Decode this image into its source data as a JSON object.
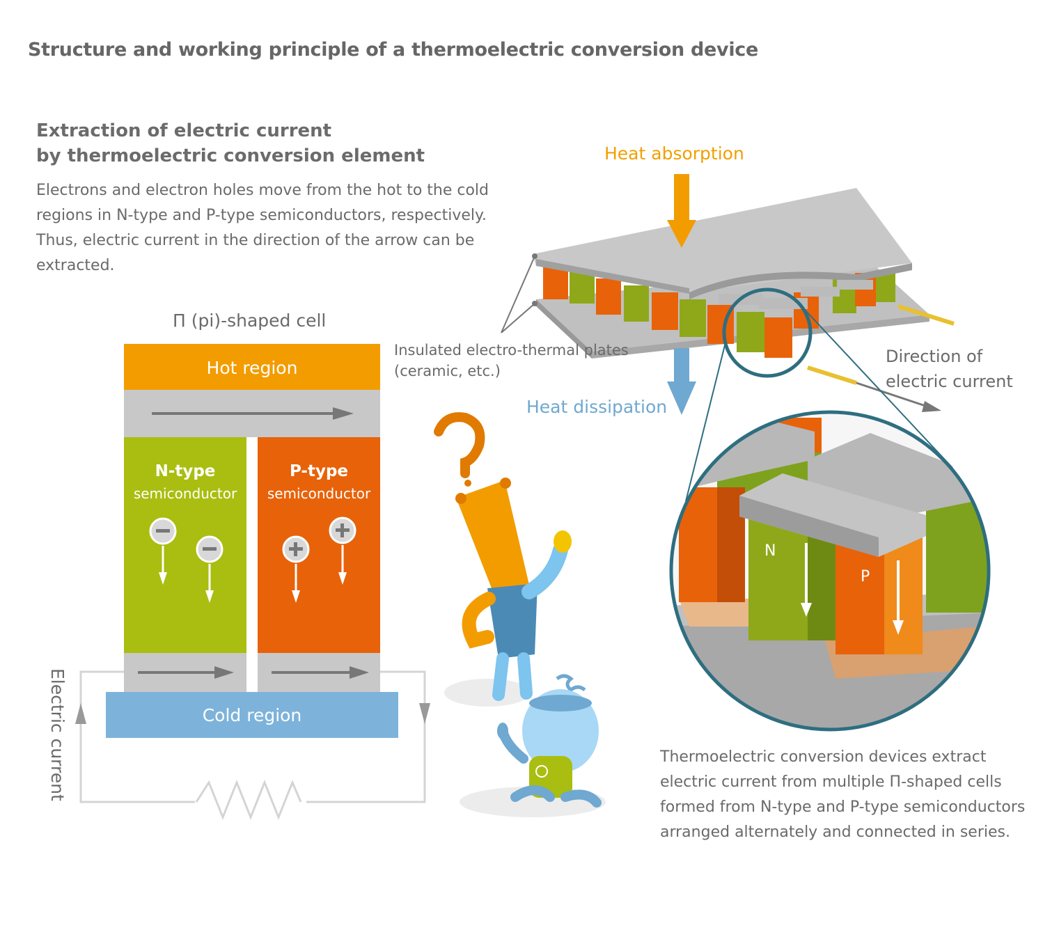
{
  "title": "Structure and working principle of a thermoelectric conversion device",
  "section": {
    "heading_line1": "Extraction of electric current",
    "heading_line2": "by thermoelectric conversion element",
    "description": "Electrons and electron holes move from the hot to the cold regions in N-type and P-type semiconductors, respectively. Thus, electric current in the direction of the arrow can be extracted."
  },
  "pi_cell": {
    "label": "Π (pi)-shaped cell",
    "hot_region": "Hot region",
    "cold_region": "Cold region",
    "n_type_line1": "N-type",
    "n_type_line2": "semiconductor",
    "p_type_line1": "P-type",
    "p_type_line2": "semiconductor",
    "electric_current": "Electric current",
    "n_sign": "−",
    "p_sign": "+"
  },
  "device": {
    "heat_absorption": "Heat absorption",
    "heat_dissipation": "Heat dissipation",
    "plates_line1": "Insulated electro-thermal plates",
    "plates_line2": "(ceramic, etc.)",
    "current_line1": "Direction of",
    "current_line2": "electric current",
    "zoom_n": "N",
    "zoom_p": "P"
  },
  "footer_description": "Thermoelectric conversion devices extract electric current from multiple Π-shaped cells formed from N-type and P-type semiconductors arranged alternately and connected in series.",
  "colors": {
    "hot": "#f39c00",
    "cold": "#7db3da",
    "n_type": "#a9be10",
    "p_type": "#e8620a",
    "plate": "#c8c8c8",
    "accent_teal": "#2e6e80",
    "heat_absorption_text": "#f0a000",
    "heat_dissipation_text": "#6fa8d0"
  },
  "icons": [
    "question-mark-icon",
    "character-mascot-icon",
    "minus-carrier-icon",
    "plus-carrier-icon",
    "down-arrow-icon",
    "right-arrow-icon",
    "resistor-icon"
  ]
}
